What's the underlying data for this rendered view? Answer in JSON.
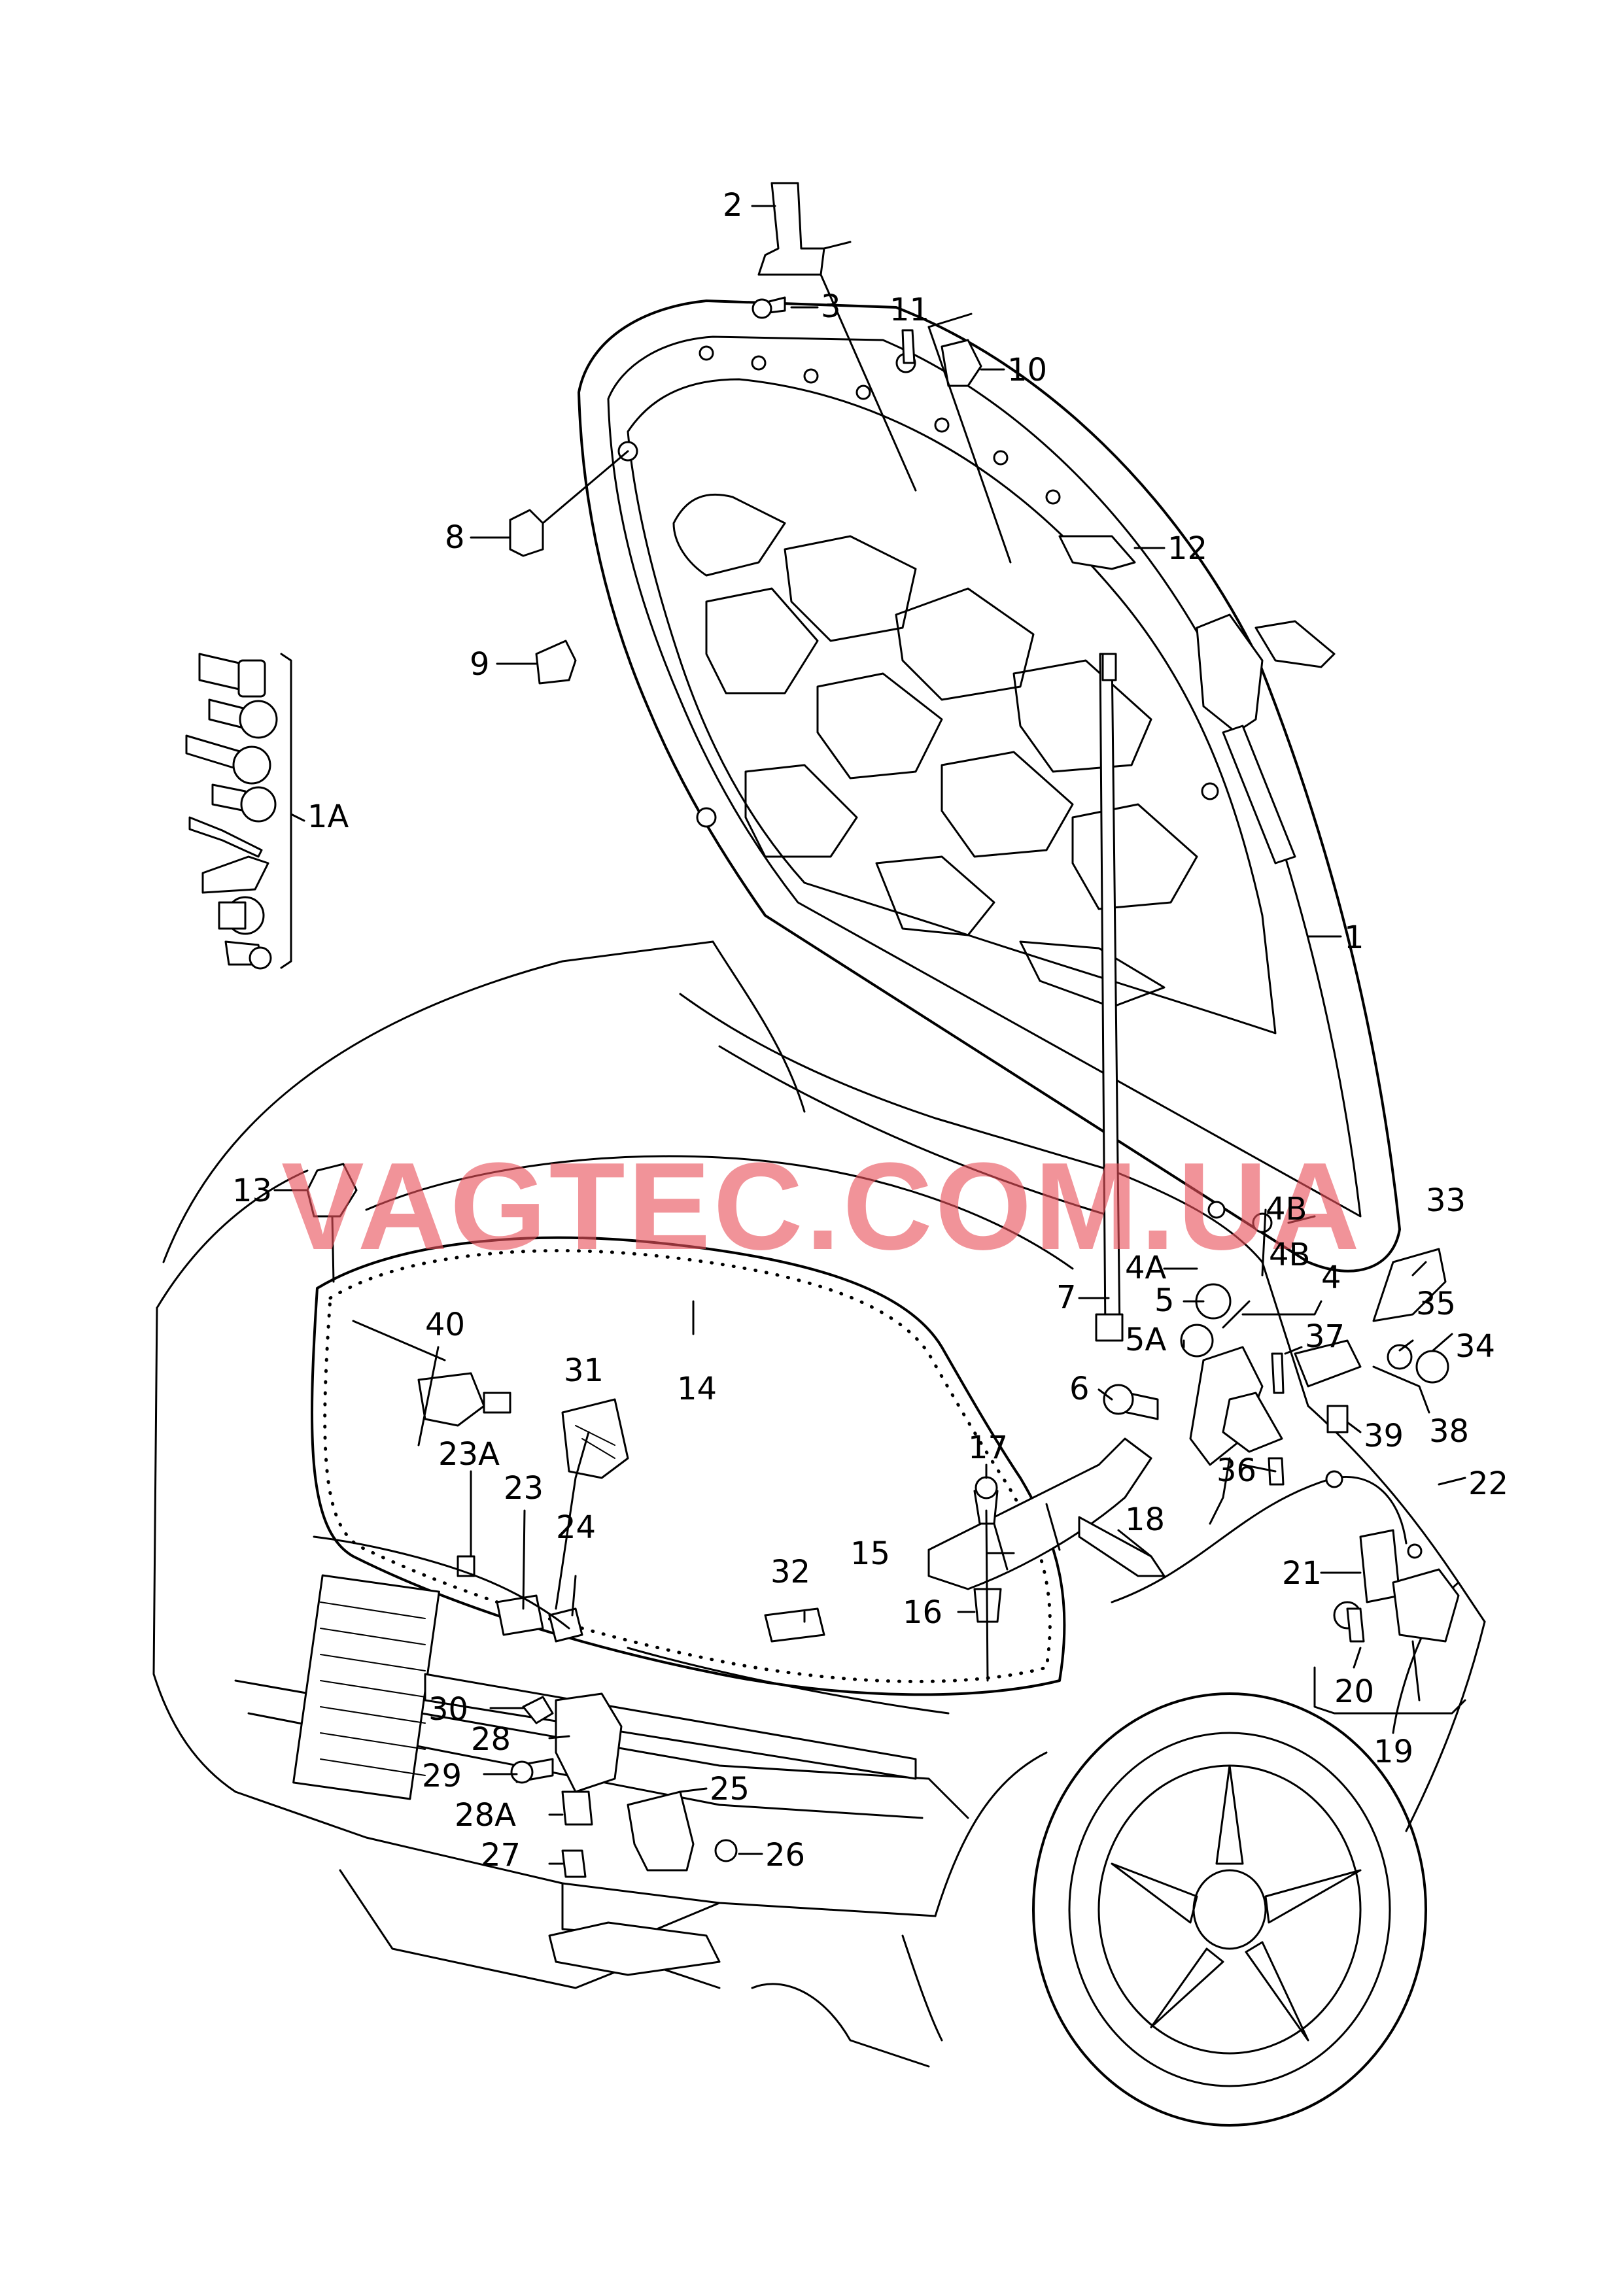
{
  "watermark": "VAGTEC.COM.UA",
  "callouts": [
    {
      "id": "1",
      "text": "1"
    },
    {
      "id": "1A",
      "text": "1A"
    },
    {
      "id": "2",
      "text": "2"
    },
    {
      "id": "3",
      "text": "3"
    },
    {
      "id": "4",
      "text": "4"
    },
    {
      "id": "4A",
      "text": "4A"
    },
    {
      "id": "4B-upper",
      "text": "4B"
    },
    {
      "id": "4B-lower",
      "text": "4B"
    },
    {
      "id": "5",
      "text": "5"
    },
    {
      "id": "5A",
      "text": "5A"
    },
    {
      "id": "6",
      "text": "6"
    },
    {
      "id": "7",
      "text": "7"
    },
    {
      "id": "8",
      "text": "8"
    },
    {
      "id": "9",
      "text": "9"
    },
    {
      "id": "10",
      "text": "10"
    },
    {
      "id": "11",
      "text": "11"
    },
    {
      "id": "12",
      "text": "12"
    },
    {
      "id": "13",
      "text": "13"
    },
    {
      "id": "14",
      "text": "14"
    },
    {
      "id": "15",
      "text": "15"
    },
    {
      "id": "16",
      "text": "16"
    },
    {
      "id": "17",
      "text": "17"
    },
    {
      "id": "18",
      "text": "18"
    },
    {
      "id": "19",
      "text": "19"
    },
    {
      "id": "20",
      "text": "20"
    },
    {
      "id": "21",
      "text": "21"
    },
    {
      "id": "22",
      "text": "22"
    },
    {
      "id": "23",
      "text": "23"
    },
    {
      "id": "23A",
      "text": "23A"
    },
    {
      "id": "24",
      "text": "24"
    },
    {
      "id": "25",
      "text": "25"
    },
    {
      "id": "26",
      "text": "26"
    },
    {
      "id": "27",
      "text": "27"
    },
    {
      "id": "28",
      "text": "28"
    },
    {
      "id": "28A",
      "text": "28A"
    },
    {
      "id": "29",
      "text": "29"
    },
    {
      "id": "30",
      "text": "30"
    },
    {
      "id": "31",
      "text": "31"
    },
    {
      "id": "32",
      "text": "32"
    },
    {
      "id": "33",
      "text": "33"
    },
    {
      "id": "34",
      "text": "34"
    },
    {
      "id": "35",
      "text": "35"
    },
    {
      "id": "36",
      "text": "36"
    },
    {
      "id": "37",
      "text": "37"
    },
    {
      "id": "38",
      "text": "38"
    },
    {
      "id": "39",
      "text": "39"
    },
    {
      "id": "40",
      "text": "40"
    }
  ]
}
